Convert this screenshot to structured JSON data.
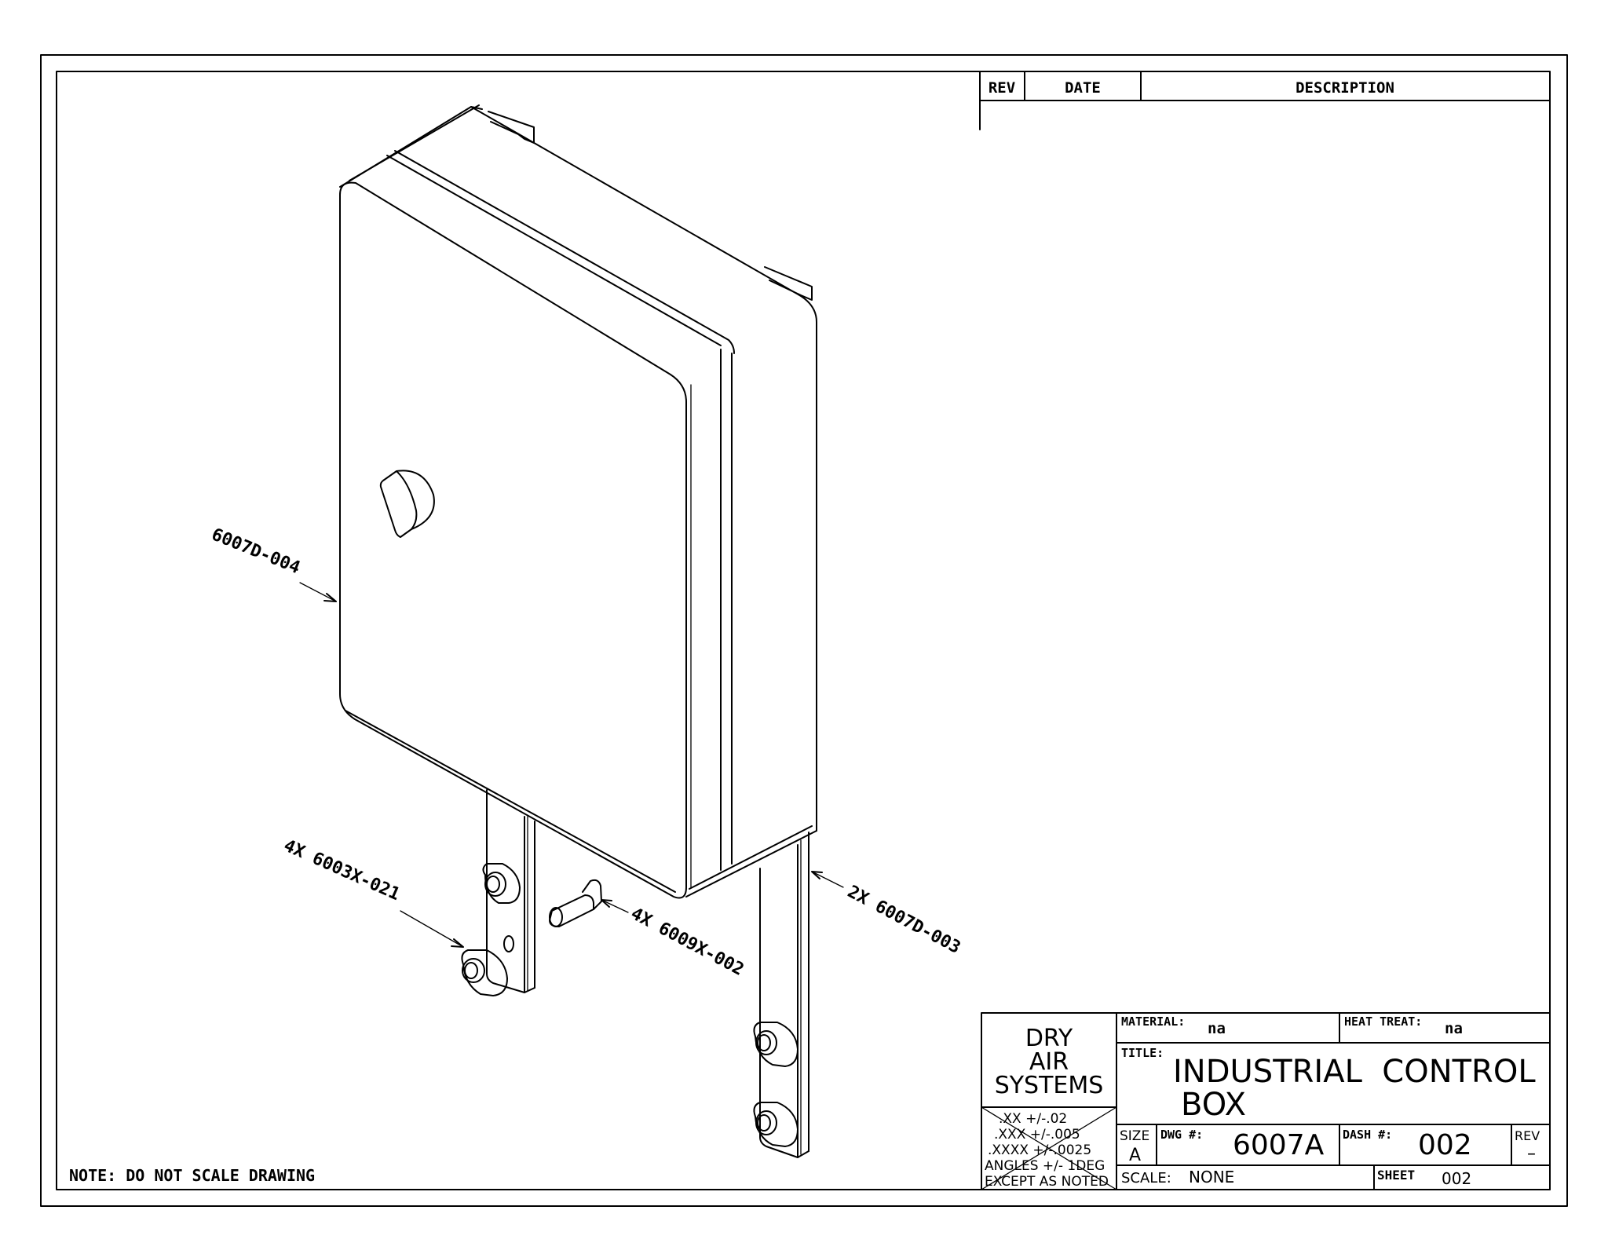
{
  "revision_block": {
    "rev_header": "REV",
    "date_header": "DATE",
    "description_header": "DESCRIPTION"
  },
  "callouts": {
    "enclosure": "6007D-004",
    "bolt": "4X 6003X-021",
    "pin": "4X 6009X-002",
    "bracket": "2X 6007D-003"
  },
  "note": "NOTE: DO NOT SCALE DRAWING",
  "title_block": {
    "company_line1": "DRY",
    "company_line2": "AIR",
    "company_line3": "SYSTEMS",
    "material_label": "MATERIAL:",
    "material_value": "na",
    "heat_treat_label": "HEAT TREAT:",
    "heat_treat_value": "na",
    "title_label": "TITLE:",
    "title_line1": "INDUSTRIAL  CONTROL",
    "title_line2": "BOX",
    "tolerance_1": ".XX +/-.02",
    "tolerance_2": ".XXX +/-.005",
    "tolerance_3": ".XXXX +/-.0025",
    "tolerance_4": "ANGLES +/- 1DEG",
    "tolerance_5": "EXCEPT AS NOTED",
    "size_label": "SIZE",
    "size_value": "A",
    "dwg_label": "DWG #:",
    "dwg_value": "6007A",
    "dash_label": "DASH #:",
    "dash_value": "002",
    "rev_label": "REV",
    "rev_value": "–",
    "scale_label": "SCALE:",
    "scale_value": "NONE",
    "sheet_label": "SHEET",
    "sheet_value": "002"
  }
}
